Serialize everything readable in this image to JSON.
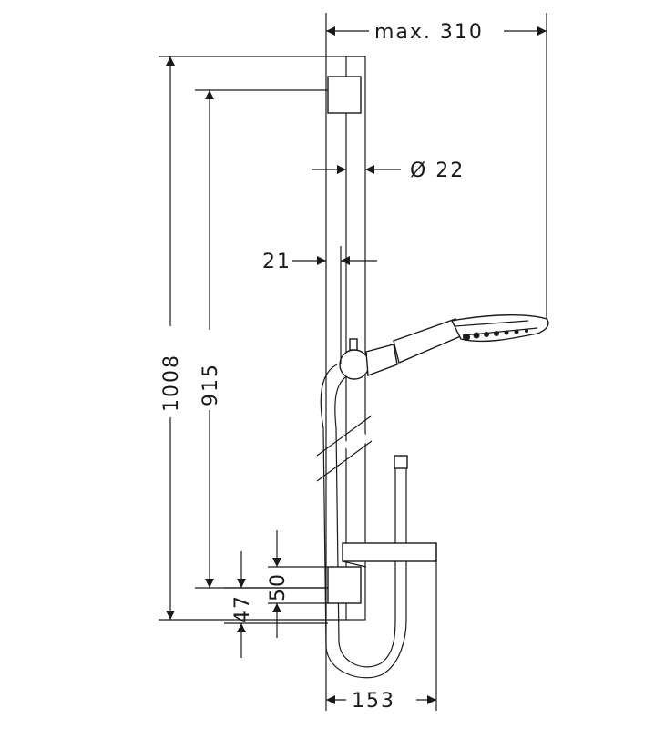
{
  "dimensions": {
    "max_width": "max. 310",
    "diameter": "Ø 22",
    "offset": "21",
    "total_height": "1008",
    "rail_height": "915",
    "bracket_lower": "47",
    "bracket_upper": "50",
    "shelf_width": "153"
  }
}
